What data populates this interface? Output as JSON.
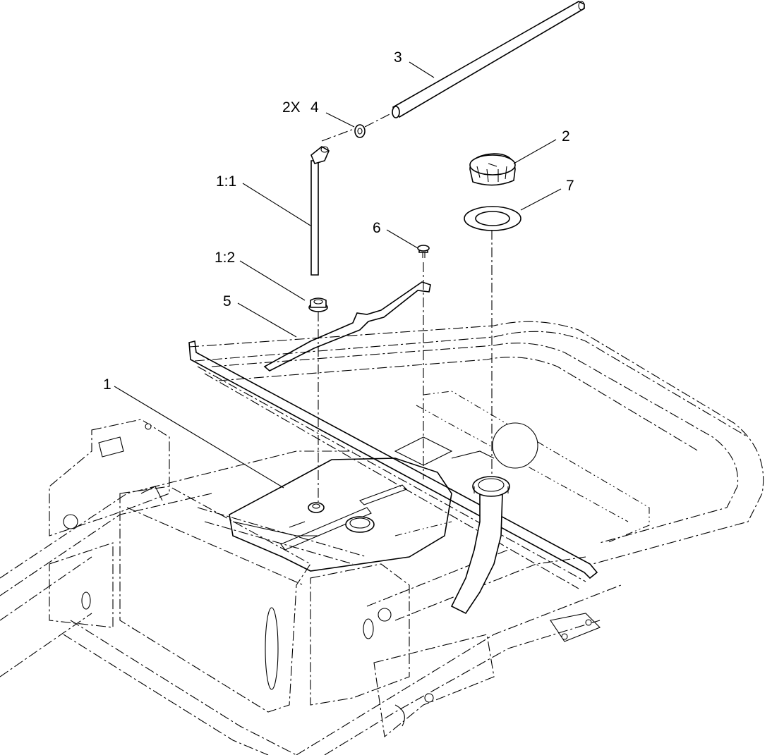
{
  "callouts": {
    "c1": "1",
    "c2": "2",
    "c3": "3",
    "c4": "4",
    "c4_qty": "2X",
    "c5": "5",
    "c6": "6",
    "c7": "7",
    "c11": "1:1",
    "c12": "1:2"
  }
}
